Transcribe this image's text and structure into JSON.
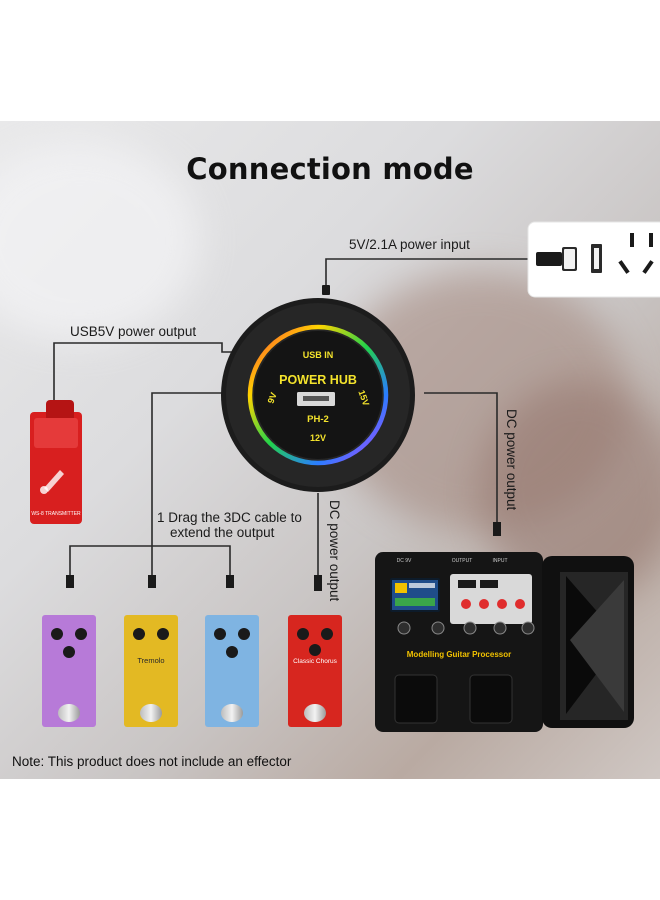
{
  "title": "Connection mode",
  "labels": {
    "power_input": "5V/2.1A power input",
    "usb_output": "USB5V power output",
    "drag_cable_line1": "1 Drag the 3DC cable to",
    "drag_cable_line2": "extend the output",
    "dc_output_left": "DC power output",
    "dc_output_right": "DC power output"
  },
  "hub": {
    "usb_in": "USB IN",
    "name": "POWER HUB",
    "model": "PH-2",
    "v9": "9V",
    "v15": "15V",
    "v12": "12V"
  },
  "pedals": {
    "tremolo": "Tremolo",
    "chorus": "Classic Chorus"
  },
  "transmitter": "WS-8 TRANSMITTER",
  "processor": {
    "name": "Modelling Guitar Processor",
    "dc_label": "DC 9V",
    "output_label": "OUTPUT",
    "input_label": "INPUT"
  },
  "note": "Note: This product does not include an effector",
  "colors": {
    "accent_yellow": "#f4e32c",
    "pedal_purple": "#b77ad8",
    "pedal_yellow": "#e3b923",
    "pedal_blue": "#7fb4e2",
    "pedal_red": "#d7261f",
    "transmitter_red": "#d81f1f"
  }
}
